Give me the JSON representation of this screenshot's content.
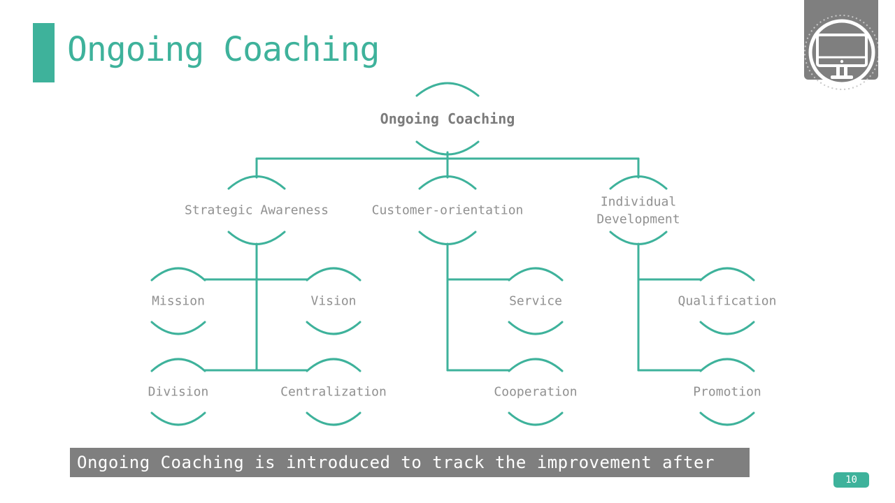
{
  "slide": {
    "title": "Ongoing Coaching",
    "footer_text": "Ongoing Coaching is introduced to track the improvement after",
    "page_number": "10"
  },
  "colors": {
    "accent_teal": "#3EB29B",
    "footer_gray": "#7F7F7F",
    "icon_gray": "#7F7F7F",
    "node_text_gray": "#909090",
    "root_text_gray": "#7B7B7B"
  },
  "corner_icon": "monitor-icon",
  "org_chart": {
    "root": {
      "label": "Ongoing Coaching"
    },
    "branches": [
      {
        "label": "Strategic Awareness",
        "children": [
          "Mission",
          "Vision",
          "Division",
          "Centralization"
        ]
      },
      {
        "label": "Customer-orientation",
        "children": [
          "Service",
          "Cooperation"
        ]
      },
      {
        "label": "Individual Development",
        "label_lines": [
          "Individual",
          "Development"
        ],
        "children": [
          "Qualification",
          "Promotion"
        ]
      }
    ]
  }
}
